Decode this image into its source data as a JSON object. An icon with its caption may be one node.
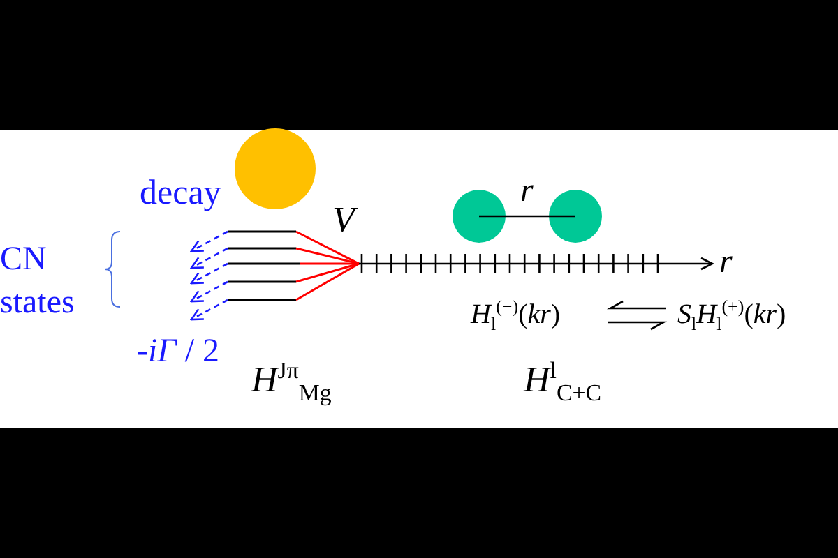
{
  "diagram": {
    "nodes": [
      {
        "text": [],
        "shape": "circle"
      },
      {
        "text": [],
        "shape": "circle"
      },
      {
        "text": [],
        "shape": "circle"
      }
    ],
    "edges": [
      {
        "from": 1,
        "to": 2,
        "arrow": "none",
        "label": "r"
      }
    ],
    "labels": [
      "decay",
      "V",
      "CN states",
      "r",
      "*H*$_{l}$$^{(−)}$(*kr*)",
      "*S*$_{l}$*H*$_{l}$$^{(+)}$(*kr*)",
      "-*iΓ* / 2",
      "*H*$^{Jπ}$$_{Mg}$",
      "*H*$^{l}$$_{C+C}$"
    ]
  }
}
